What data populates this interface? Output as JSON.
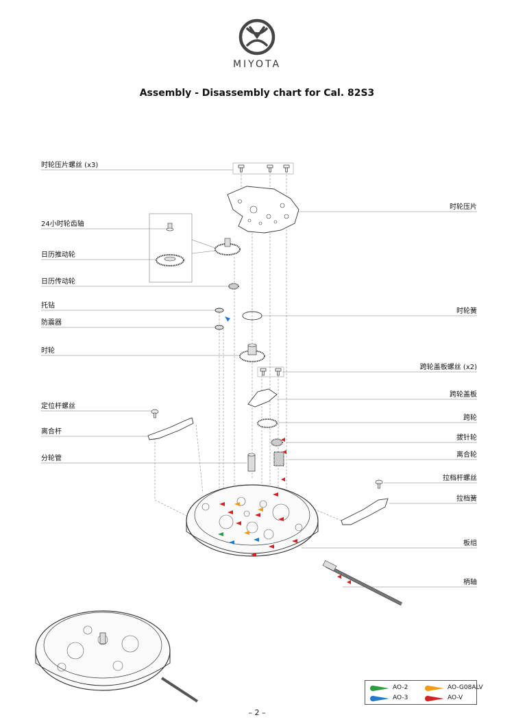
{
  "brand": {
    "name": "MIYOTA"
  },
  "title": "Assembly - Disassembly chart for Cal. 82S3",
  "parts_left": [
    {
      "id": "hour-wheel-plate-screw",
      "label": "时轮压片螺丝 (x3)"
    },
    {
      "id": "24h-wheel-pinion",
      "label": "24小时轮齿轴"
    },
    {
      "id": "date-driving-wheel",
      "label": "日历推动轮"
    },
    {
      "id": "date-transmission-wheel",
      "label": "日历传动轮"
    },
    {
      "id": "jewel-setting",
      "label": "托钻"
    },
    {
      "id": "shock-absorber",
      "label": "防震器"
    },
    {
      "id": "hour-wheel",
      "label": "时轮"
    },
    {
      "id": "setting-lever-screw",
      "label": "定位杆螺丝"
    },
    {
      "id": "clutch-lever",
      "label": "离合杆"
    },
    {
      "id": "cannon-pinion",
      "label": "分轮管"
    }
  ],
  "parts_right": [
    {
      "id": "hour-wheel-plate",
      "label": "时轮压片"
    },
    {
      "id": "hour-wheel-spring",
      "label": "时轮簧"
    },
    {
      "id": "train-bridge-screw",
      "label": "跨轮盖板螺丝 (x2)"
    },
    {
      "id": "train-bridge",
      "label": "跨轮盖板"
    },
    {
      "id": "minute-wheel",
      "label": "跨轮"
    },
    {
      "id": "setting-wheel",
      "label": "拔针轮"
    },
    {
      "id": "clutch-wheel",
      "label": "离合轮"
    },
    {
      "id": "yoke-screw",
      "label": "拉档杆螺丝"
    },
    {
      "id": "yoke-spring",
      "label": "拉档簧"
    },
    {
      "id": "main-plate-assembly",
      "label": "板组"
    },
    {
      "id": "winding-stem",
      "label": "柄轴"
    }
  ],
  "legend": [
    {
      "label": "AO-2",
      "color": "#2a9d3c"
    },
    {
      "label": "AO-G08ALV",
      "color": "#f39c12"
    },
    {
      "label": "AO-3",
      "color": "#2277c8"
    },
    {
      "label": "AO-V",
      "color": "#d32020"
    }
  ],
  "page_number": "– 2 –"
}
